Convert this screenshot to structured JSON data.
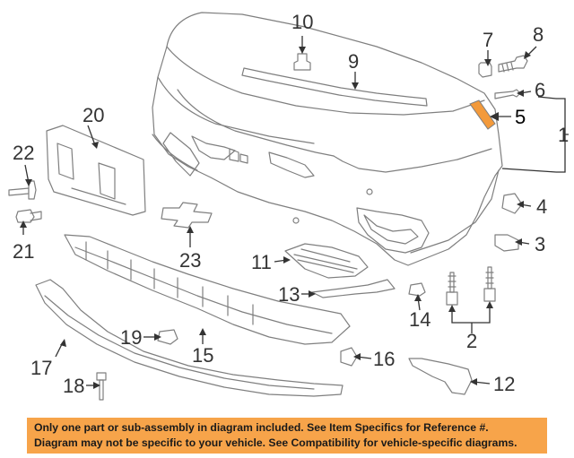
{
  "diagram": {
    "callouts": [
      {
        "id": "1",
        "label": "1"
      },
      {
        "id": "2",
        "label": "2"
      },
      {
        "id": "3",
        "label": "3"
      },
      {
        "id": "4",
        "label": "4"
      },
      {
        "id": "5",
        "label": "5"
      },
      {
        "id": "6",
        "label": "6"
      },
      {
        "id": "7",
        "label": "7"
      },
      {
        "id": "8",
        "label": "8"
      },
      {
        "id": "9",
        "label": "9"
      },
      {
        "id": "10",
        "label": "10"
      },
      {
        "id": "11",
        "label": "11"
      },
      {
        "id": "12",
        "label": "12"
      },
      {
        "id": "13",
        "label": "13"
      },
      {
        "id": "14",
        "label": "14"
      },
      {
        "id": "15",
        "label": "15"
      },
      {
        "id": "16",
        "label": "16"
      },
      {
        "id": "17",
        "label": "17"
      },
      {
        "id": "18",
        "label": "18"
      },
      {
        "id": "19",
        "label": "19"
      },
      {
        "id": "20",
        "label": "20"
      },
      {
        "id": "21",
        "label": "21"
      },
      {
        "id": "22",
        "label": "22"
      },
      {
        "id": "23",
        "label": "23"
      }
    ],
    "highlight_color": "#f39a3b",
    "line_color": "#7f7f7f"
  },
  "disclaimer": {
    "line1": "Only one part or sub-assembly in diagram included. See Item Specifics for Reference #.",
    "line2": "Diagram may not be specific to your vehicle. See Compatibility for vehicle-specific diagrams.",
    "background": "#f7a44a"
  }
}
